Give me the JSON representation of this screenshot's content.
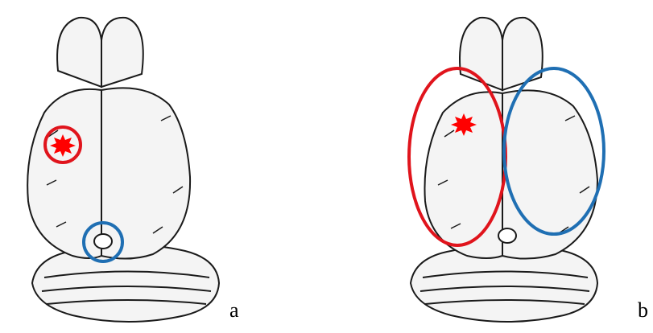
{
  "panels": [
    {
      "label": "a",
      "markers": [
        {
          "type": "lesion-circle",
          "color": "#e0141c"
        },
        {
          "type": "region-circle",
          "color": "#1f6fb3"
        }
      ]
    },
    {
      "label": "b",
      "markers": [
        {
          "type": "hemisphere-ellipse",
          "color": "#e0141c"
        },
        {
          "type": "hemisphere-ellipse",
          "color": "#1f6fb3"
        }
      ]
    }
  ],
  "colors": {
    "red_marker": "#e0141c",
    "blue_marker": "#1f6fb3",
    "lesion_fill": "#ff0000",
    "outline": "#1a1a1a",
    "brain_fill": "#f4f4f4"
  }
}
